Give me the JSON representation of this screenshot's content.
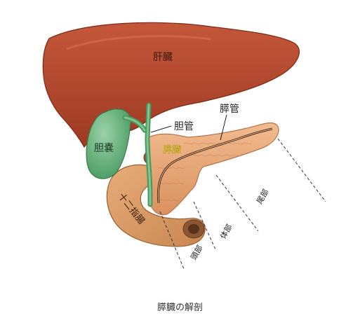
{
  "labels": {
    "liver": "肝臓",
    "gallbladder": "胆嚢",
    "bile_duct": "胆管",
    "pancreatic_duct": "膵管",
    "pancreas": "膵臓",
    "duodenum": "十二指腸",
    "head": "頭部",
    "body": "体部",
    "tail": "尾部"
  },
  "caption": "膵臓の解剖",
  "colors": {
    "liver": "#b5472b",
    "liver_dark": "#8e2e18",
    "gallbladder": "#63b27c",
    "bile_duct": "#6bb57d",
    "pancreas": "#e9a97c",
    "pancreas_dark": "#c77c4c",
    "duodenum": "#d99c66",
    "duodenum_shadow": "#7a4a2a",
    "pancreas_label": "#f2e33a"
  }
}
